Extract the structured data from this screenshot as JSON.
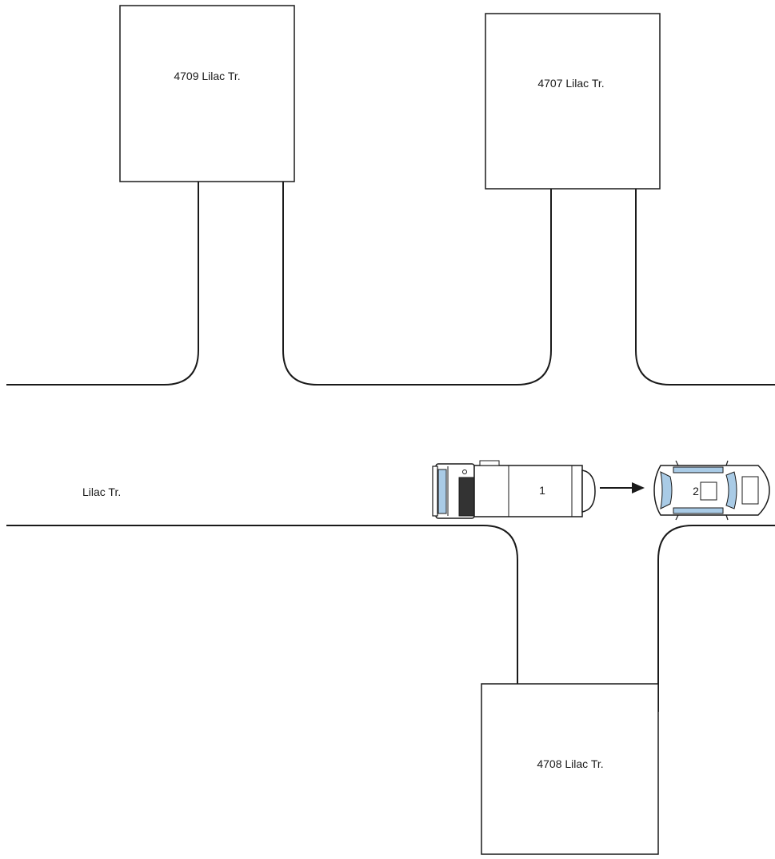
{
  "houses": [
    {
      "address": "4709 Lilac Tr."
    },
    {
      "address": "4707 Lilac Tr."
    },
    {
      "address": "4708 Lilac Tr."
    }
  ],
  "street": {
    "name": "Lilac Tr."
  },
  "vehicles": [
    {
      "number": "1",
      "kind": "truck",
      "window_color": "#a9cbe6"
    },
    {
      "number": "2",
      "kind": "car",
      "window_color": "#a9cbe6"
    }
  ],
  "colors": {
    "line": "#1a1a1a",
    "fill": "#ffffff",
    "glass": "#a9cbe6",
    "cab_dark": "#333333"
  }
}
